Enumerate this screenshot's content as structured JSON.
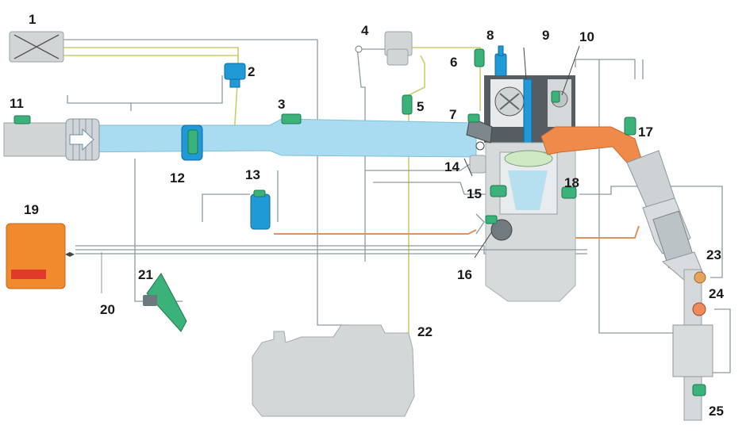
{
  "labels": {
    "l1": "1",
    "l2": "2",
    "l3": "3",
    "l4": "4",
    "l5": "5",
    "l6": "6",
    "l7": "7",
    "l8": "8",
    "l9": "9",
    "l10": "10",
    "l11": "11",
    "l12": "12",
    "l13": "13",
    "l14": "14",
    "l15": "15",
    "l16": "16",
    "l17": "17",
    "l18": "18",
    "l19": "19",
    "l20": "20",
    "l21": "21",
    "l22": "22",
    "l23": "23",
    "l24": "24",
    "l25": "25"
  },
  "colors": {
    "intake": "#a9dcf0",
    "exhaust_hot": "#ef8a4a",
    "ecu": "#f08a2c",
    "sensor": "#3bb27a",
    "wire_signal": "#c9cf6a",
    "wire_ground": "#8c9aa0"
  }
}
